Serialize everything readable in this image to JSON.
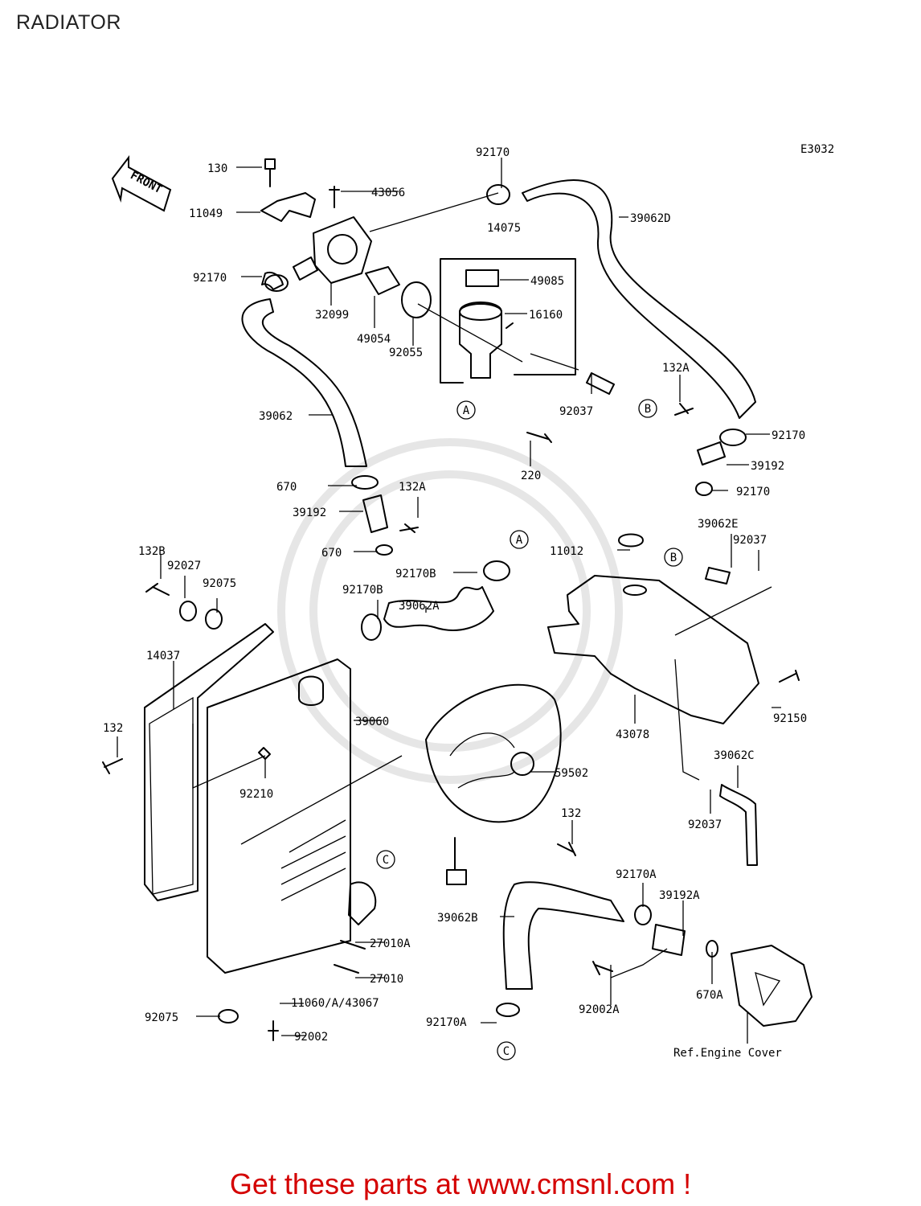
{
  "page": {
    "title": "RADIATOR",
    "footer": "Get these parts at www.cmsnl.com !"
  },
  "diagram": {
    "code": "E3032",
    "front_arrow": "FRONT",
    "parts": [
      "130",
      "11049",
      "43056",
      "92170",
      "14075",
      "39062D",
      "49085",
      "16160",
      "92170",
      "32099",
      "49054",
      "92055",
      "92037",
      "132A",
      "39062",
      "220",
      "92170",
      "39192",
      "670",
      "92170",
      "132A",
      "39192",
      "670",
      "11012",
      "39062E",
      "92037",
      "132B",
      "92027",
      "92075",
      "92170B",
      "92170B",
      "39062A",
      "14037",
      "39060",
      "43078",
      "92150",
      "132",
      "92210",
      "59502",
      "39062C",
      "92037",
      "132",
      "92170A",
      "39192A",
      "39062B",
      "27010A",
      "27010",
      "11060/A/43067",
      "92002A",
      "670A",
      "92075",
      "92002",
      "92170A",
      "Ref.Engine Cover"
    ],
    "refs": [
      "A",
      "B",
      "A",
      "B",
      "C",
      "C"
    ]
  }
}
